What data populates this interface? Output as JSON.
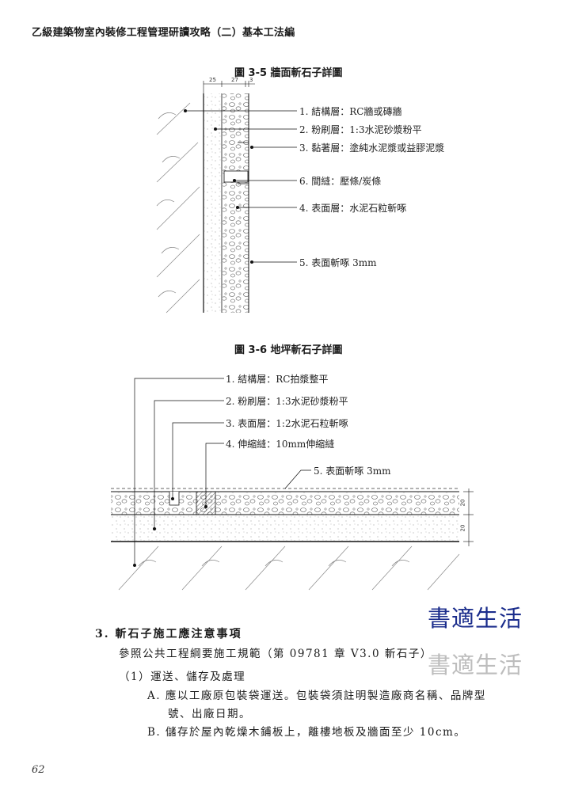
{
  "header": {
    "title": "乙級建築物室內裝修工程管理研讀攻略（二）基本工法編"
  },
  "figure1": {
    "title": "圖 3-5 牆面斬石子詳圖",
    "dims": [
      "25",
      "27",
      "3"
    ],
    "labels": [
      "1. 結構層：RC牆或磚牆",
      "2. 粉刷層：1:3水泥砂漿粉平",
      "3. 黏著層：塗純水泥漿或益膠泥漿",
      "6. 間縫：壓條/炭條",
      "4. 表面層：水泥石粒斬啄",
      "5. 表面斬啄 3mm"
    ]
  },
  "figure2": {
    "title": "圖 3-6 地坪斬石子詳圖",
    "labels": [
      "1. 結構層：RC拍漿整平",
      "2. 粉刷層：1:3水泥砂漿粉平",
      "3. 表面層：1:2水泥石粒斬啄",
      "4. 伸縮縫：10mm伸縮縫",
      "5. 表面斬啄 3mm"
    ],
    "dims": [
      "20",
      "20"
    ]
  },
  "watermark": {
    "text1": "書適生活",
    "text2": "書適生活"
  },
  "section": {
    "heading": "3. 斬石子施工應注意事項",
    "ref": "參照公共工程綱要施工規範（第 09781 章 V3.0 斬石子）",
    "sub1": "（1）運送、儲存及處理",
    "itemA_line1": "A. 應以工廠原包裝袋運送。包裝袋須註明製造廠商名稱、品牌型",
    "itemA_line2": "號、出廠日期。",
    "itemB": "B. 儲存於屋內乾燥木鋪板上，離樓地板及牆面至少 10cm。"
  },
  "page": {
    "number": "62"
  }
}
